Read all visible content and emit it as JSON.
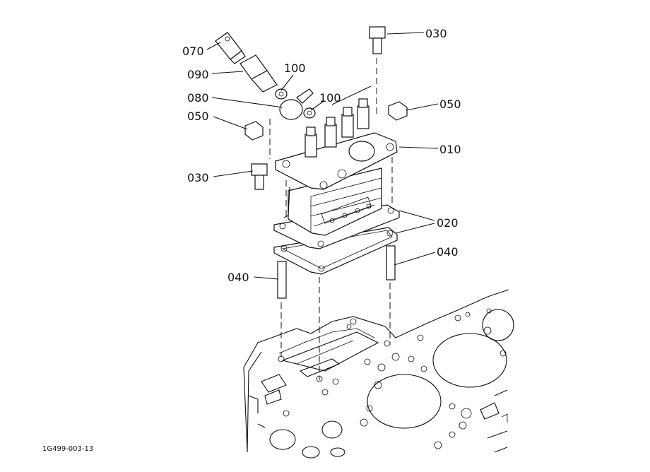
{
  "diagram": {
    "drawing_code": "1G499-003-13",
    "labels": {
      "p070": "070",
      "p090": "090",
      "p100a": "100",
      "p080": "080",
      "p100b": "100",
      "p050a": "050",
      "p030top": "030",
      "p050b": "050",
      "p010": "010",
      "p030left": "030",
      "p020": "020",
      "p040right": "040",
      "p040left": "040"
    }
  }
}
